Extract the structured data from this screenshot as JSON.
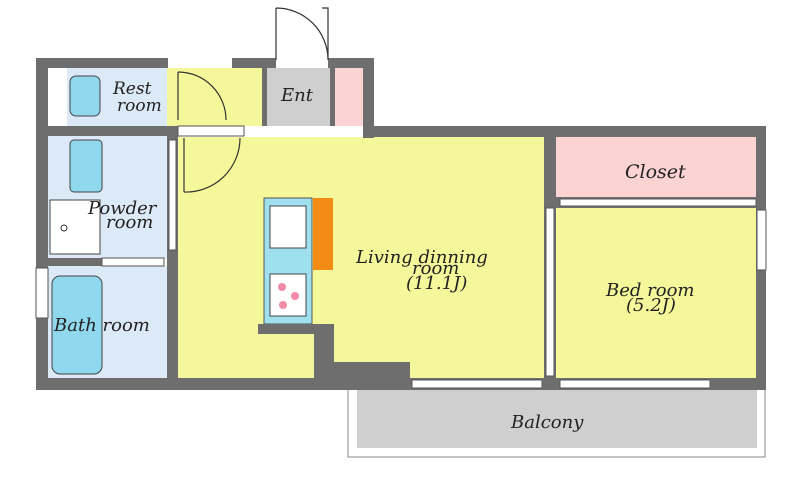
{
  "rooms": {
    "rest": [
      "Rest",
      "room"
    ],
    "ent": "Ent",
    "powder": [
      "Powder",
      "room"
    ],
    "bath": "Bath room",
    "living": [
      "Living dinning",
      "room",
      "(11.1J)"
    ],
    "closet": "Closet",
    "bed": [
      "Bed room",
      "(5.2J)"
    ],
    "balcony": "Balcony"
  },
  "colors": {
    "floor": "#f4f89a",
    "wet_area": "#dce9f7",
    "entrance": "#cfcfcf",
    "closet": "#fcd3d3",
    "balcony": "#cfcfcf",
    "wall": "#6e6e6e",
    "fixture": "#8fd8ee",
    "kitchen_counter": "#9fe0ee",
    "cupboard": "#f28c14"
  }
}
